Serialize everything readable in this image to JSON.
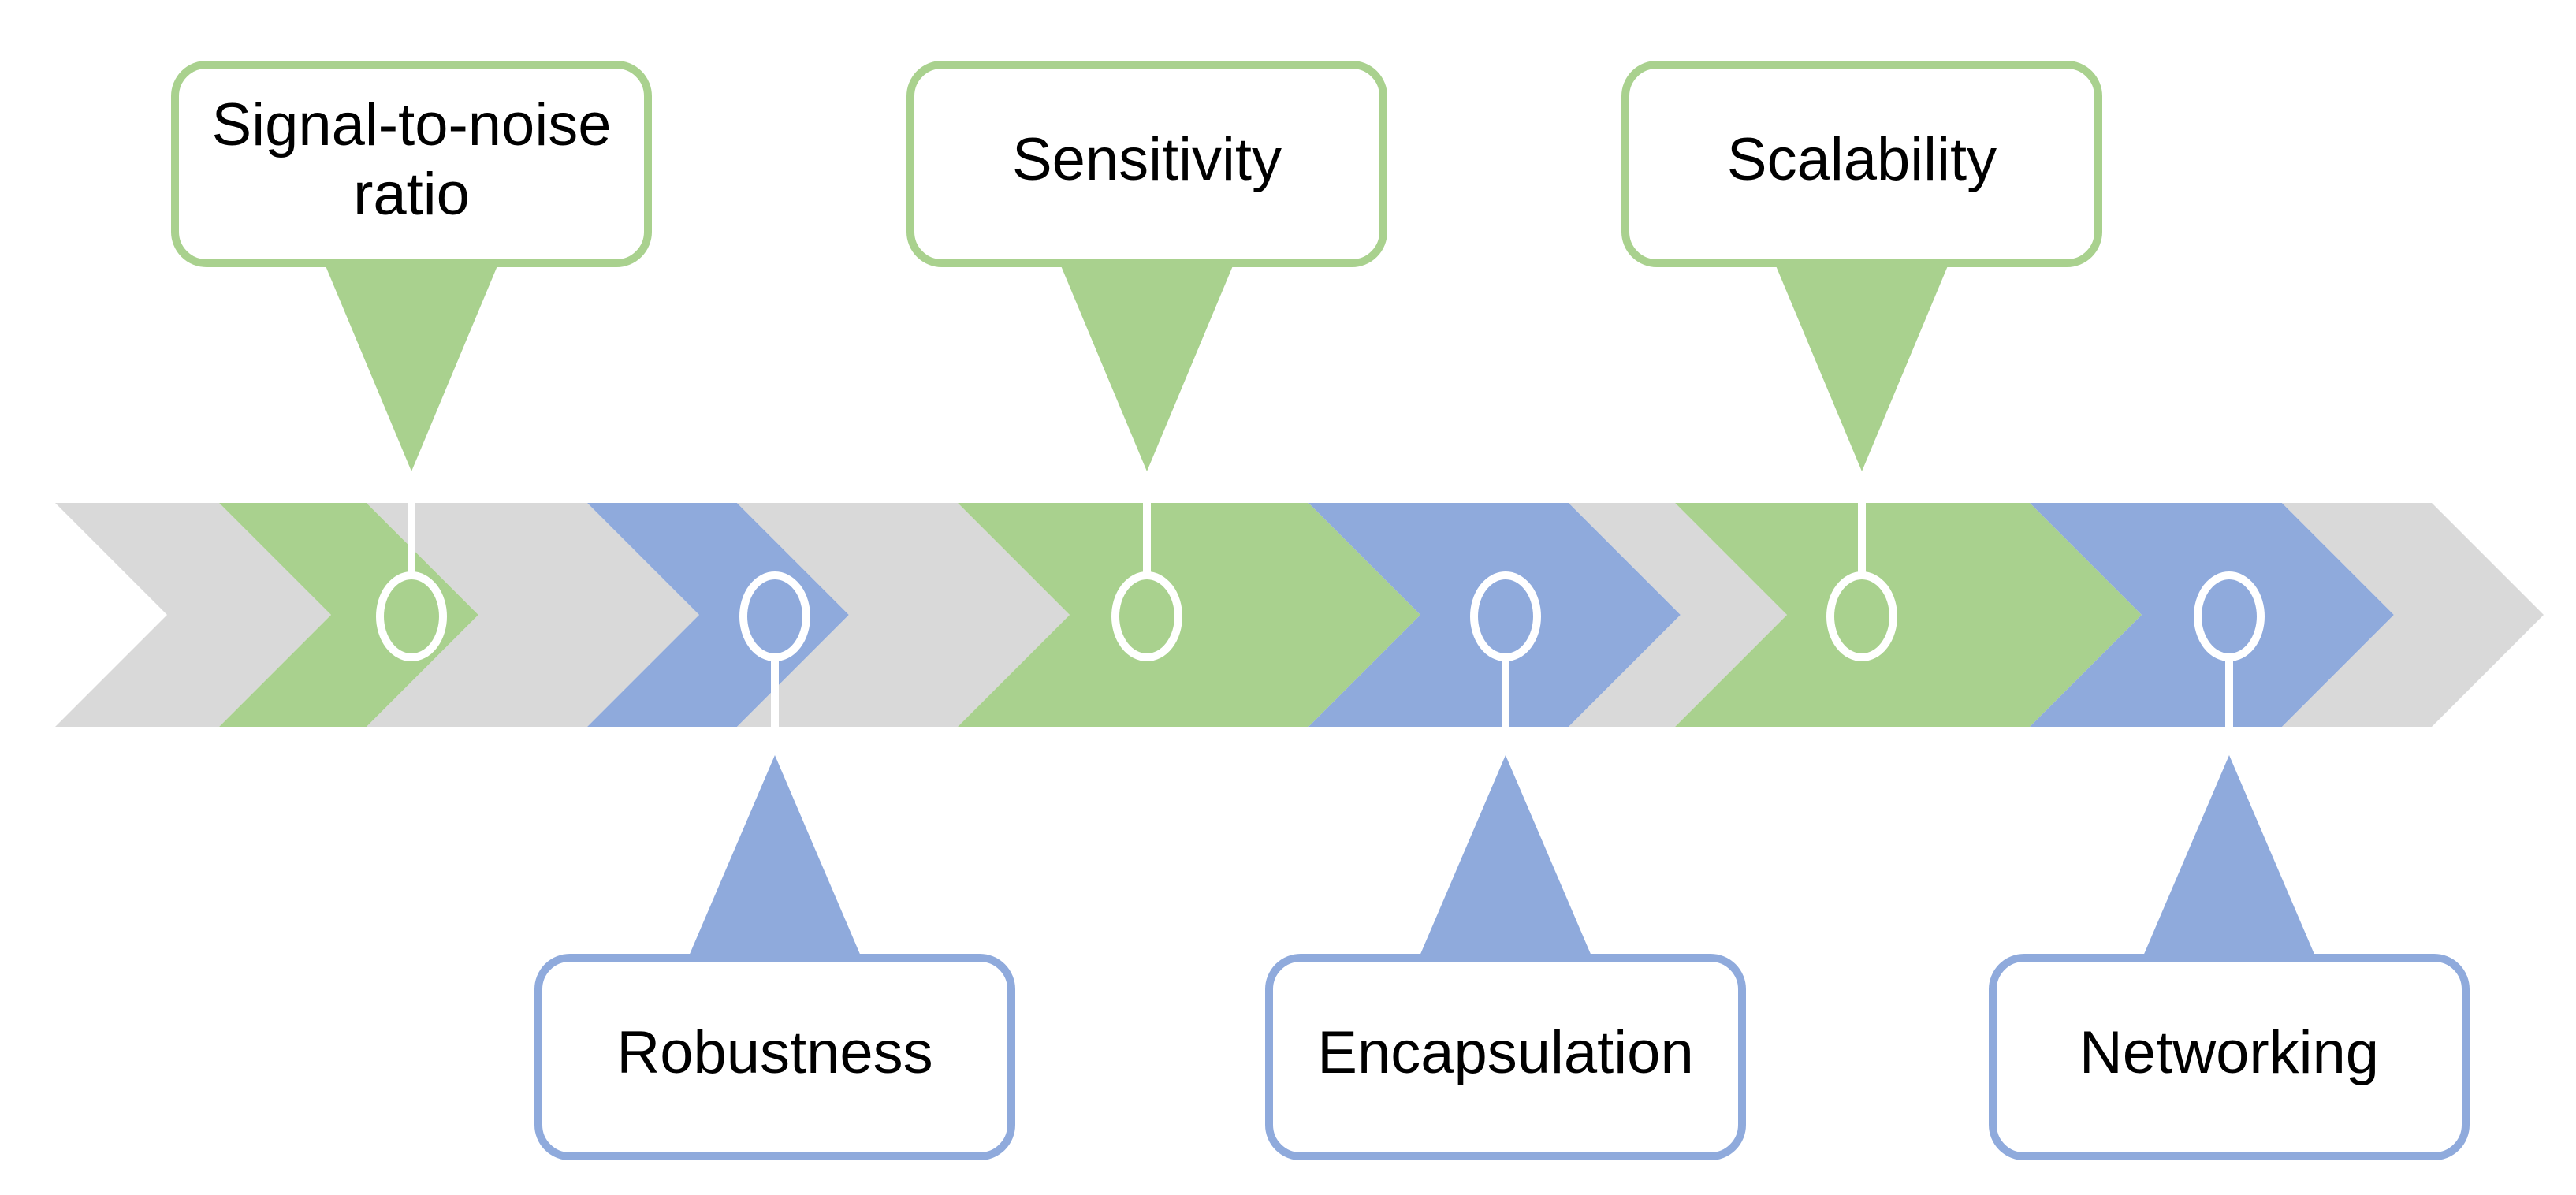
{
  "colors": {
    "gray": "#D9D9D9",
    "green": "#A9D18E",
    "blue": "#8FAADC",
    "callout_fill": "#FFFFFF",
    "connector": "#FFFFFF",
    "text": "#000000"
  },
  "chevron_colors": [
    "gray",
    "green",
    "gray",
    "blue",
    "gray",
    "green",
    "blue",
    "gray",
    "green",
    "blue",
    "gray"
  ],
  "milestones": [
    {
      "label_lines": [
        "Signal-to-noise",
        "ratio"
      ],
      "side": "top",
      "color": "green"
    },
    {
      "label_lines": [
        "Robustness"
      ],
      "side": "bottom",
      "color": "blue"
    },
    {
      "label_lines": [
        "Sensitivity"
      ],
      "side": "top",
      "color": "green"
    },
    {
      "label_lines": [
        "Encapsulation"
      ],
      "side": "bottom",
      "color": "blue"
    },
    {
      "label_lines": [
        "Scalability"
      ],
      "side": "top",
      "color": "green"
    },
    {
      "label_lines": [
        "Networking"
      ],
      "side": "bottom",
      "color": "blue"
    }
  ]
}
